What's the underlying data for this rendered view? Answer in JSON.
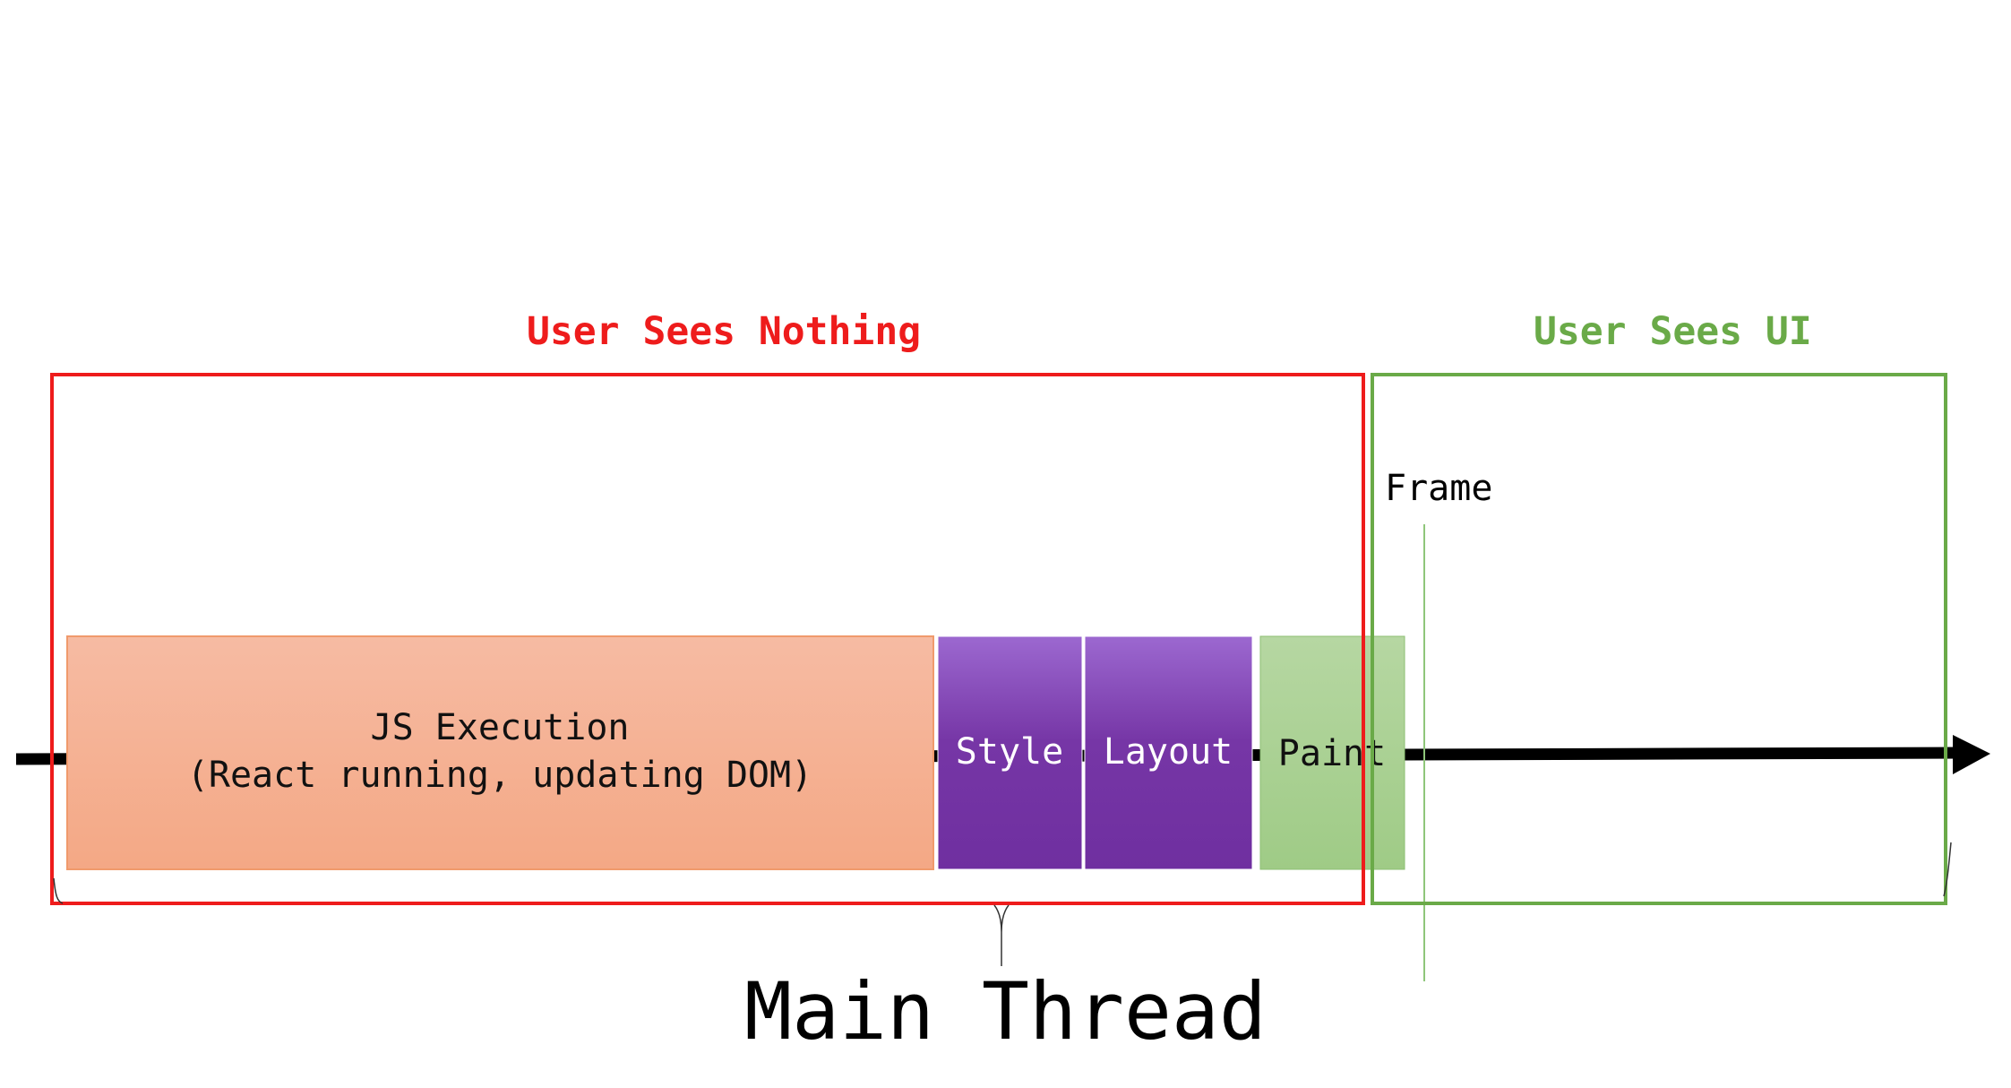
{
  "colors": {
    "nothing_region": "#ee1c1c",
    "ui_region": "#6aaa48",
    "js_block": "#f5ab88",
    "purple_block": "#7a3aa8",
    "paint_block": "#a8d08d",
    "axis": "#000000"
  },
  "regions": {
    "nothing_label": "User Sees Nothing",
    "ui_label": "User Sees UI"
  },
  "blocks": {
    "js_line1": "JS Execution",
    "js_line2": "(React running, updating DOM)",
    "style": "Style",
    "layout": "Layout",
    "paint": "Paint"
  },
  "frame_label": "Frame",
  "axis_label": "Main Thread"
}
